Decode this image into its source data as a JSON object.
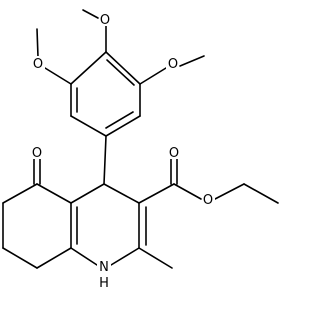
{
  "molecule": {
    "atom_labels": {
      "o_methoxy_left": "O",
      "o_methoxy_top": "O",
      "o_methoxy_right": "O",
      "o_ketone": "O",
      "o_ester_carbonyl": "O",
      "o_ester_ether": "O",
      "n_amine": "H",
      "n_amine_n": "N"
    }
  }
}
